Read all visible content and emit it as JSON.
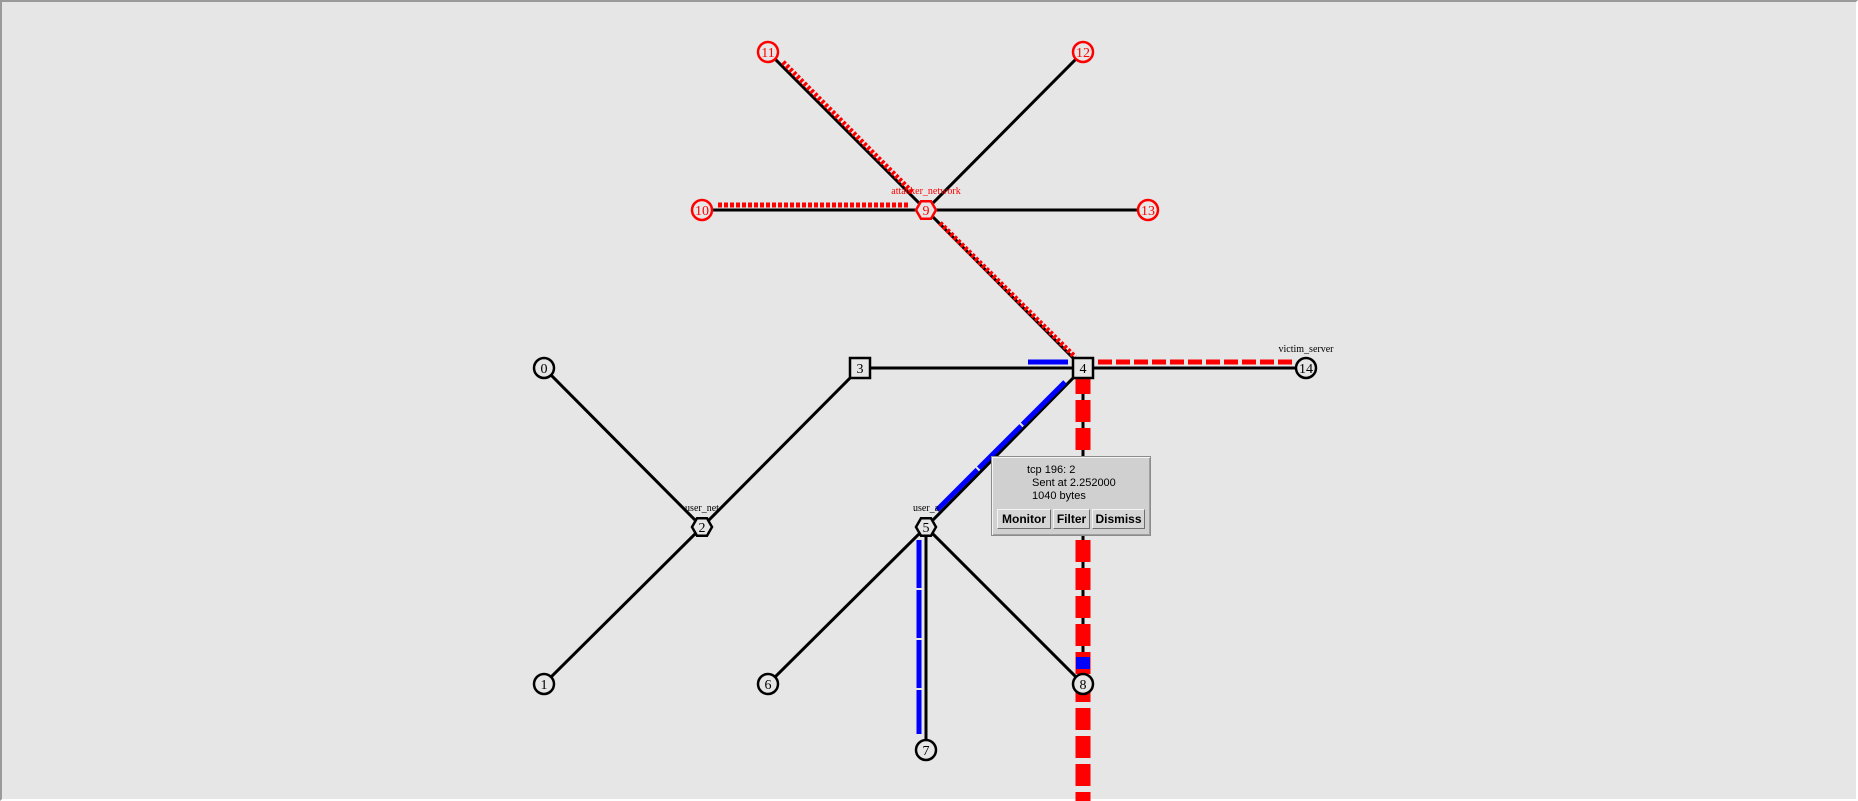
{
  "colors": {
    "background": "#e6e6e6",
    "link": "#000000",
    "attack": "#ff0000",
    "user": "#0000ff",
    "popup_bg": "#d0d0d0"
  },
  "nodes": [
    {
      "id": "0",
      "label": "0",
      "shape": "circle",
      "color": "#000000"
    },
    {
      "id": "1",
      "label": "1",
      "shape": "circle",
      "color": "#000000"
    },
    {
      "id": "2",
      "label": "2",
      "shape": "hexagon",
      "color": "#000000"
    },
    {
      "id": "3",
      "label": "3",
      "shape": "square",
      "color": "#000000"
    },
    {
      "id": "4",
      "label": "4",
      "shape": "square",
      "color": "#000000"
    },
    {
      "id": "5",
      "label": "5",
      "shape": "hexagon",
      "color": "#000000"
    },
    {
      "id": "6",
      "label": "6",
      "shape": "circle",
      "color": "#000000"
    },
    {
      "id": "7",
      "label": "7",
      "shape": "circle",
      "color": "#000000"
    },
    {
      "id": "8",
      "label": "8",
      "shape": "circle",
      "color": "#000000"
    },
    {
      "id": "9",
      "label": "9",
      "shape": "hexagon",
      "color": "#ff0000"
    },
    {
      "id": "10",
      "label": "10",
      "shape": "circle",
      "color": "#ff0000"
    },
    {
      "id": "11",
      "label": "11",
      "shape": "circle",
      "color": "#ff0000"
    },
    {
      "id": "12",
      "label": "12",
      "shape": "circle",
      "color": "#ff0000"
    },
    {
      "id": "13",
      "label": "13",
      "shape": "circle",
      "color": "#ff0000"
    },
    {
      "id": "14",
      "label": "14",
      "shape": "circle",
      "color": "#000000"
    }
  ],
  "node_names": [
    {
      "node": "2",
      "text": "user_net",
      "color": "#000000"
    },
    {
      "node": "5",
      "text": "user_a",
      "color": "#000000"
    },
    {
      "node": "9",
      "text": "attacker_network",
      "color": "#ff0000"
    },
    {
      "node": "14",
      "text": "victim_server",
      "color": "#000000"
    }
  ],
  "links": [
    [
      "0",
      "2"
    ],
    [
      "1",
      "2"
    ],
    [
      "2",
      "3"
    ],
    [
      "3",
      "4"
    ],
    [
      "4",
      "5"
    ],
    [
      "5",
      "6"
    ],
    [
      "5",
      "7"
    ],
    [
      "5",
      "8"
    ],
    [
      "4",
      "9"
    ],
    [
      "9",
      "10"
    ],
    [
      "9",
      "11"
    ],
    [
      "9",
      "12"
    ],
    [
      "9",
      "13"
    ],
    [
      "4",
      "14"
    ],
    [
      "4",
      "8"
    ]
  ],
  "packet_popup": {
    "title": "tcp 196: 2",
    "sent_at": "Sent at 2.252000",
    "size": "1040 bytes",
    "buttons": {
      "monitor": "Monitor",
      "filter": "Filter",
      "dismiss": "Dismiss"
    }
  }
}
